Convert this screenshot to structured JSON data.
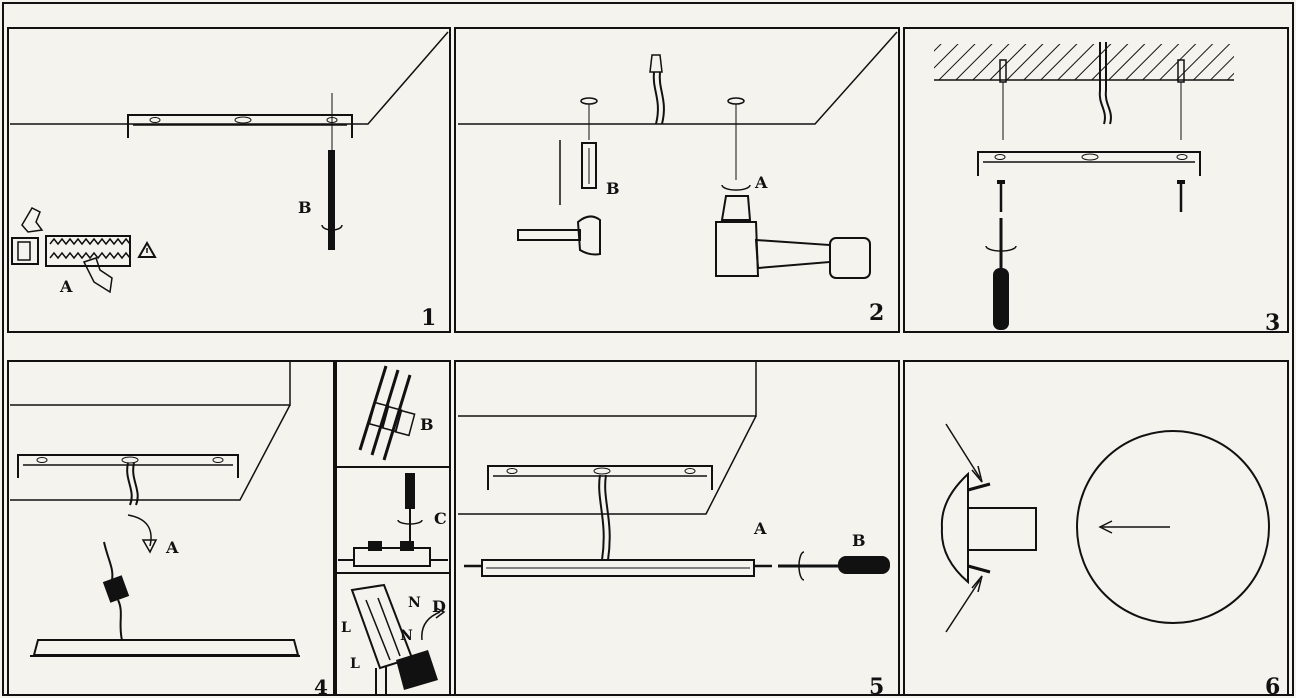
{
  "panels": [
    {
      "number": "1",
      "labels": {
        "a": "A",
        "b": "B"
      }
    },
    {
      "number": "2",
      "labels": {
        "a": "A",
        "b": "B"
      }
    },
    {
      "number": "3",
      "labels": {}
    },
    {
      "number": "4",
      "labels": {
        "a": "A",
        "b": "B",
        "c": "C",
        "d": "D",
        "l1": "L",
        "l2": "L",
        "n1": "N",
        "n2": "N"
      }
    },
    {
      "number": "5",
      "labels": {
        "a": "A",
        "b": "B"
      }
    },
    {
      "number": "6",
      "labels": {}
    }
  ],
  "colors": {
    "paper": "#f4f3ee",
    "ink": "#111111"
  }
}
